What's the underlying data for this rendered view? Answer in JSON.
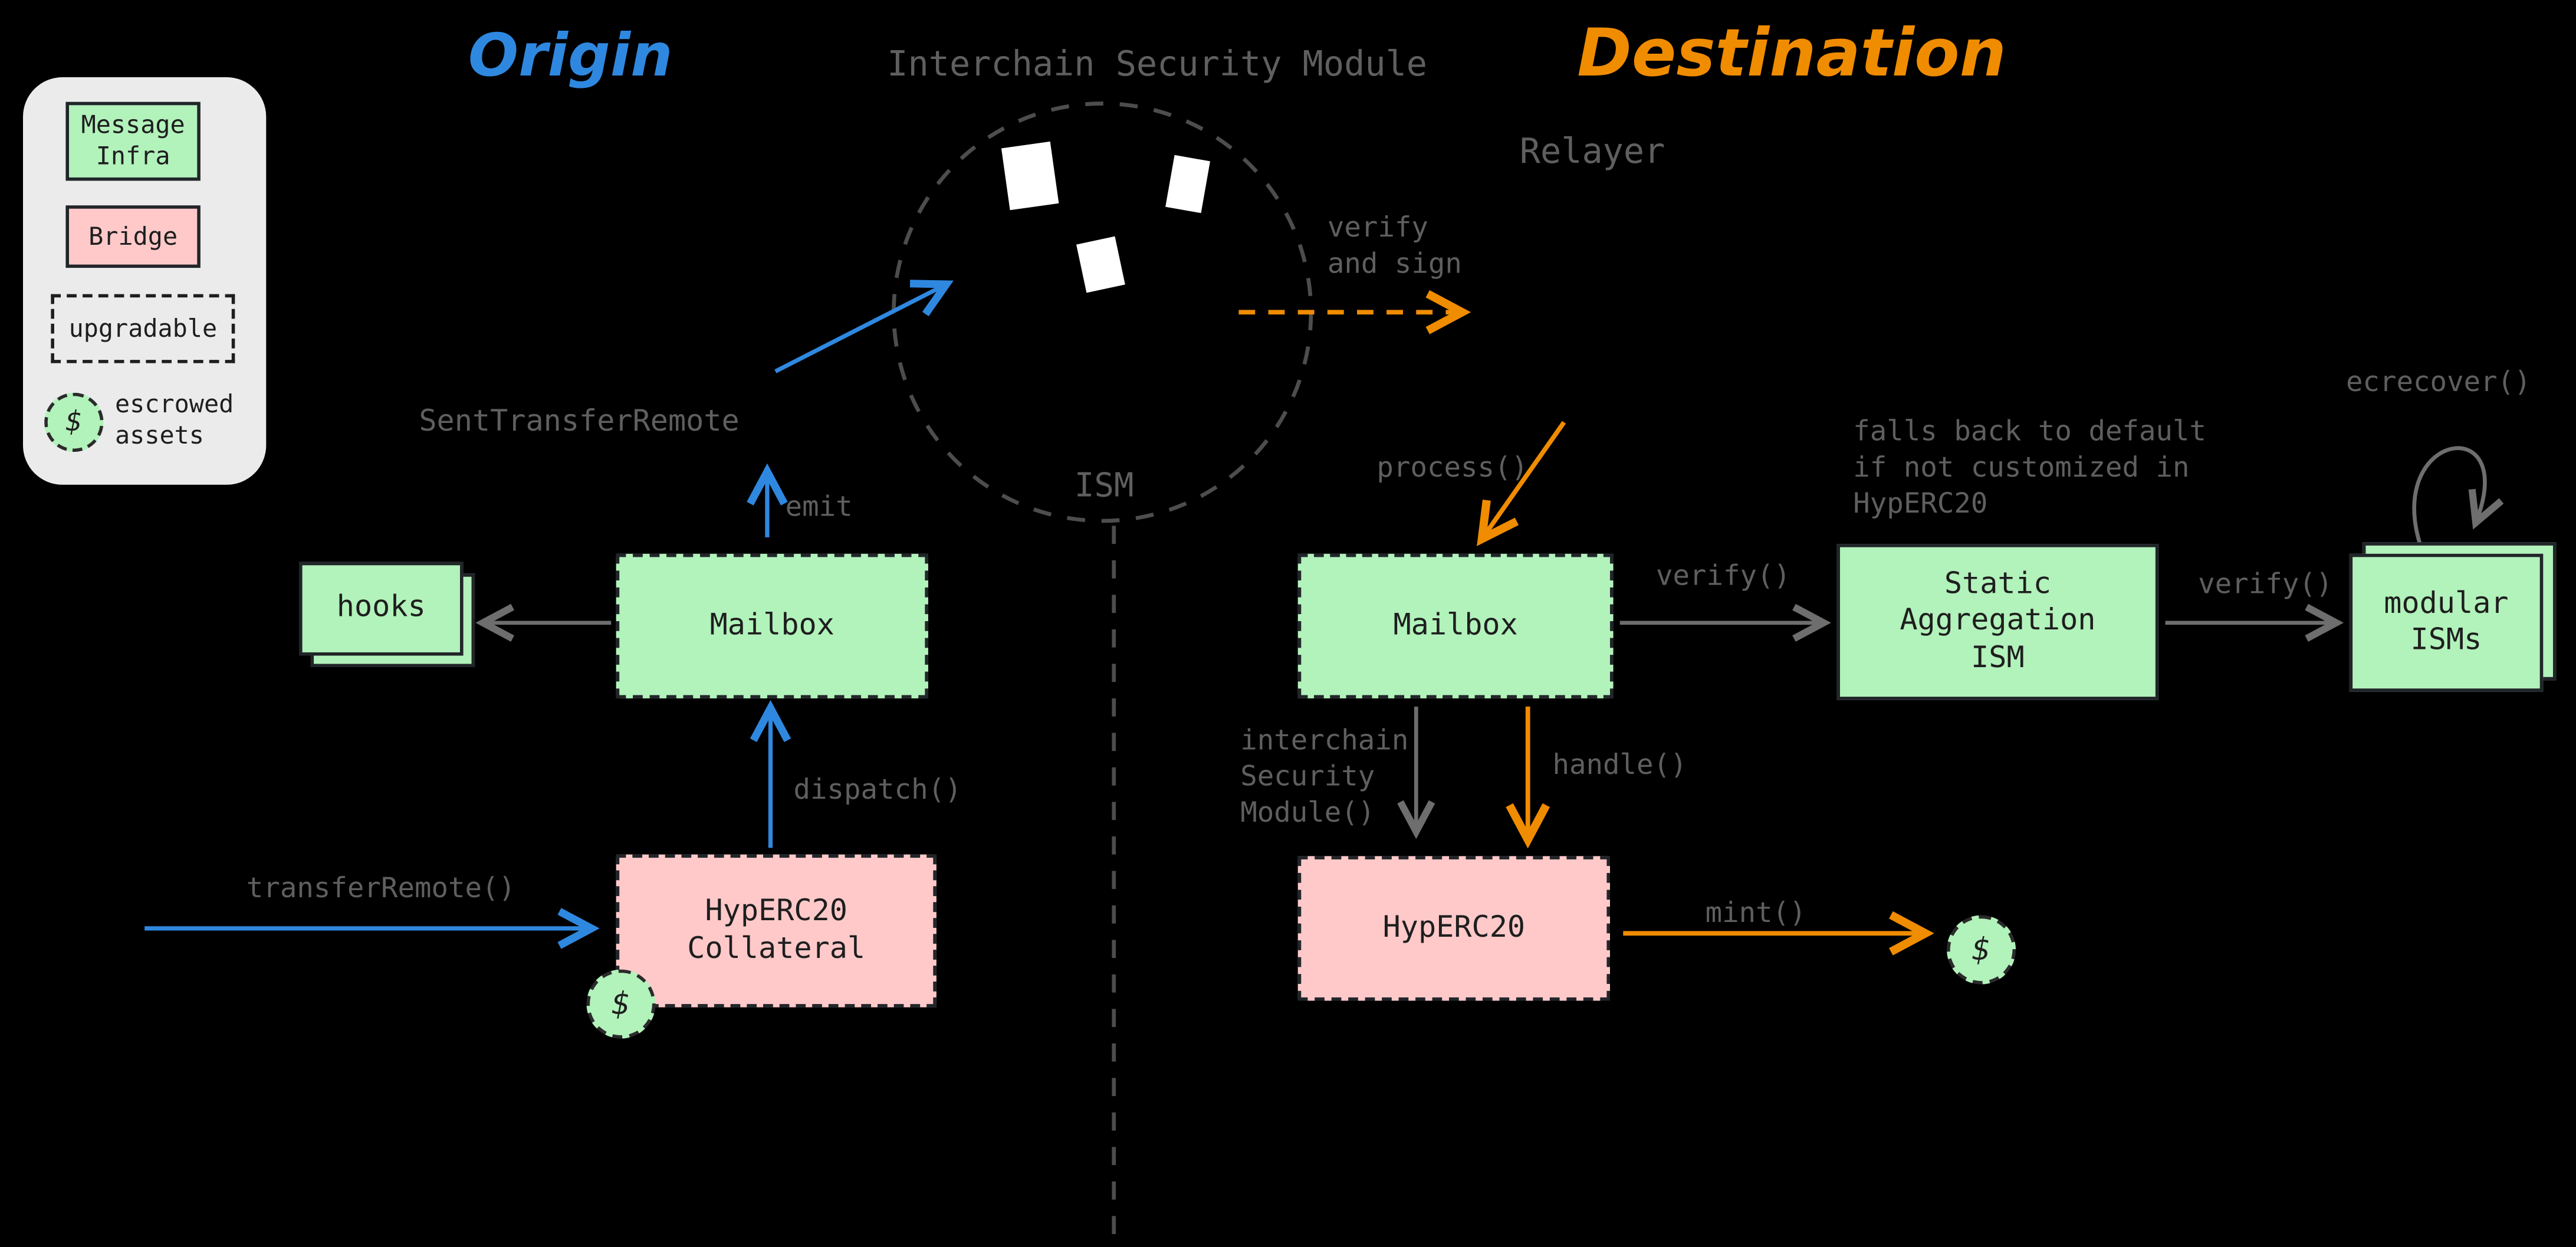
{
  "colors": {
    "background": "#000000",
    "green-fill": "#b2f2bb",
    "pink-fill": "#ffc9c9",
    "legend-bg": "#ebebeb",
    "blue": "#2f88e0",
    "orange": "#f08c00",
    "gray-text": "#5f5f5f",
    "gray-line": "#6e6e6e",
    "box-border": "#212529"
  },
  "titles": {
    "origin": "Origin",
    "destination": "Destination",
    "ism_module": "Interchain Security Module",
    "relayer": "Relayer",
    "ism": "ISM"
  },
  "legend": {
    "message_infra": "Message\nInfra",
    "bridge": "Bridge",
    "upgradable": "upgradable",
    "dollar": "$",
    "escrowed": "escrowed\nassets"
  },
  "ism_circle": {
    "verify_and_sign": "verify\nand sign"
  },
  "origin": {
    "hooks": "hooks",
    "mailbox": "Mailbox",
    "hyperc20_collateral": "HypERC20\nCollateral",
    "dollar": "$",
    "labels": {
      "sent_transfer_remote": "SentTransferRemote",
      "emit": "emit",
      "dispatch": "dispatch()",
      "transfer_remote": "transferRemote()"
    }
  },
  "destination": {
    "mailbox": "Mailbox",
    "static_aggregation_ism": "Static\nAggregation\nISM",
    "modular_isms": "modular\nISMs",
    "hyperc20": "HypERC20",
    "dollar": "$",
    "labels": {
      "process": "process()",
      "verify_1": "verify()",
      "verify_2": "verify()",
      "falls_back": "falls back to default\nif not customized in\nHypERC20",
      "ecrecover": "ecrecover()",
      "interchain_sm": "interchain\nSecurity\nModule()",
      "handle": "handle()",
      "mint": "mint()"
    }
  }
}
